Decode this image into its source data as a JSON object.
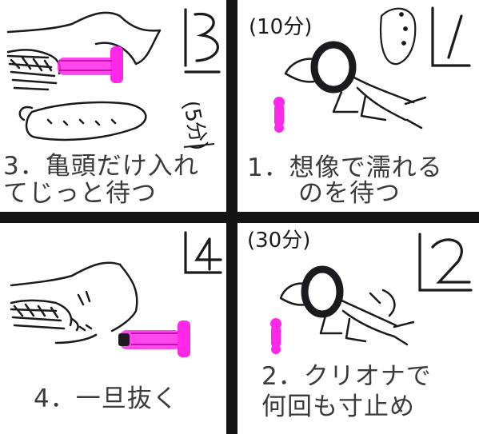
{
  "colors": {
    "gutter": "#141414",
    "ink": "#1d1a1f",
    "accent_pink": "#ff28e8",
    "caption_text": "#3a3a3a"
  },
  "panels": [
    {
      "id": "top-left",
      "step_number": "3",
      "duration": "(5分)",
      "caption_line1": "3．亀頭だけ入れ",
      "caption_line2": "てじっと待つ",
      "icons": [
        "leg-icon",
        "toy-icon"
      ]
    },
    {
      "id": "top-right",
      "step_number": "1",
      "duration": "(10分)",
      "caption_line1": "1．想像で濡れる",
      "caption_line2": "のを待つ",
      "icons": [
        "lying-figure-icon",
        "thought-bubble-icon",
        "toy-icon"
      ]
    },
    {
      "id": "bottom-left",
      "step_number": "4",
      "duration": "",
      "caption_line1": "4．一旦抜く",
      "caption_line2": "",
      "icons": [
        "leg-icon",
        "toy-icon"
      ]
    },
    {
      "id": "bottom-right",
      "step_number": "2",
      "duration": "(30分)",
      "caption_line1": "2．クリオナで",
      "caption_line2": "何回も寸止め",
      "icons": [
        "lying-figure-icon",
        "toy-icon"
      ]
    }
  ]
}
